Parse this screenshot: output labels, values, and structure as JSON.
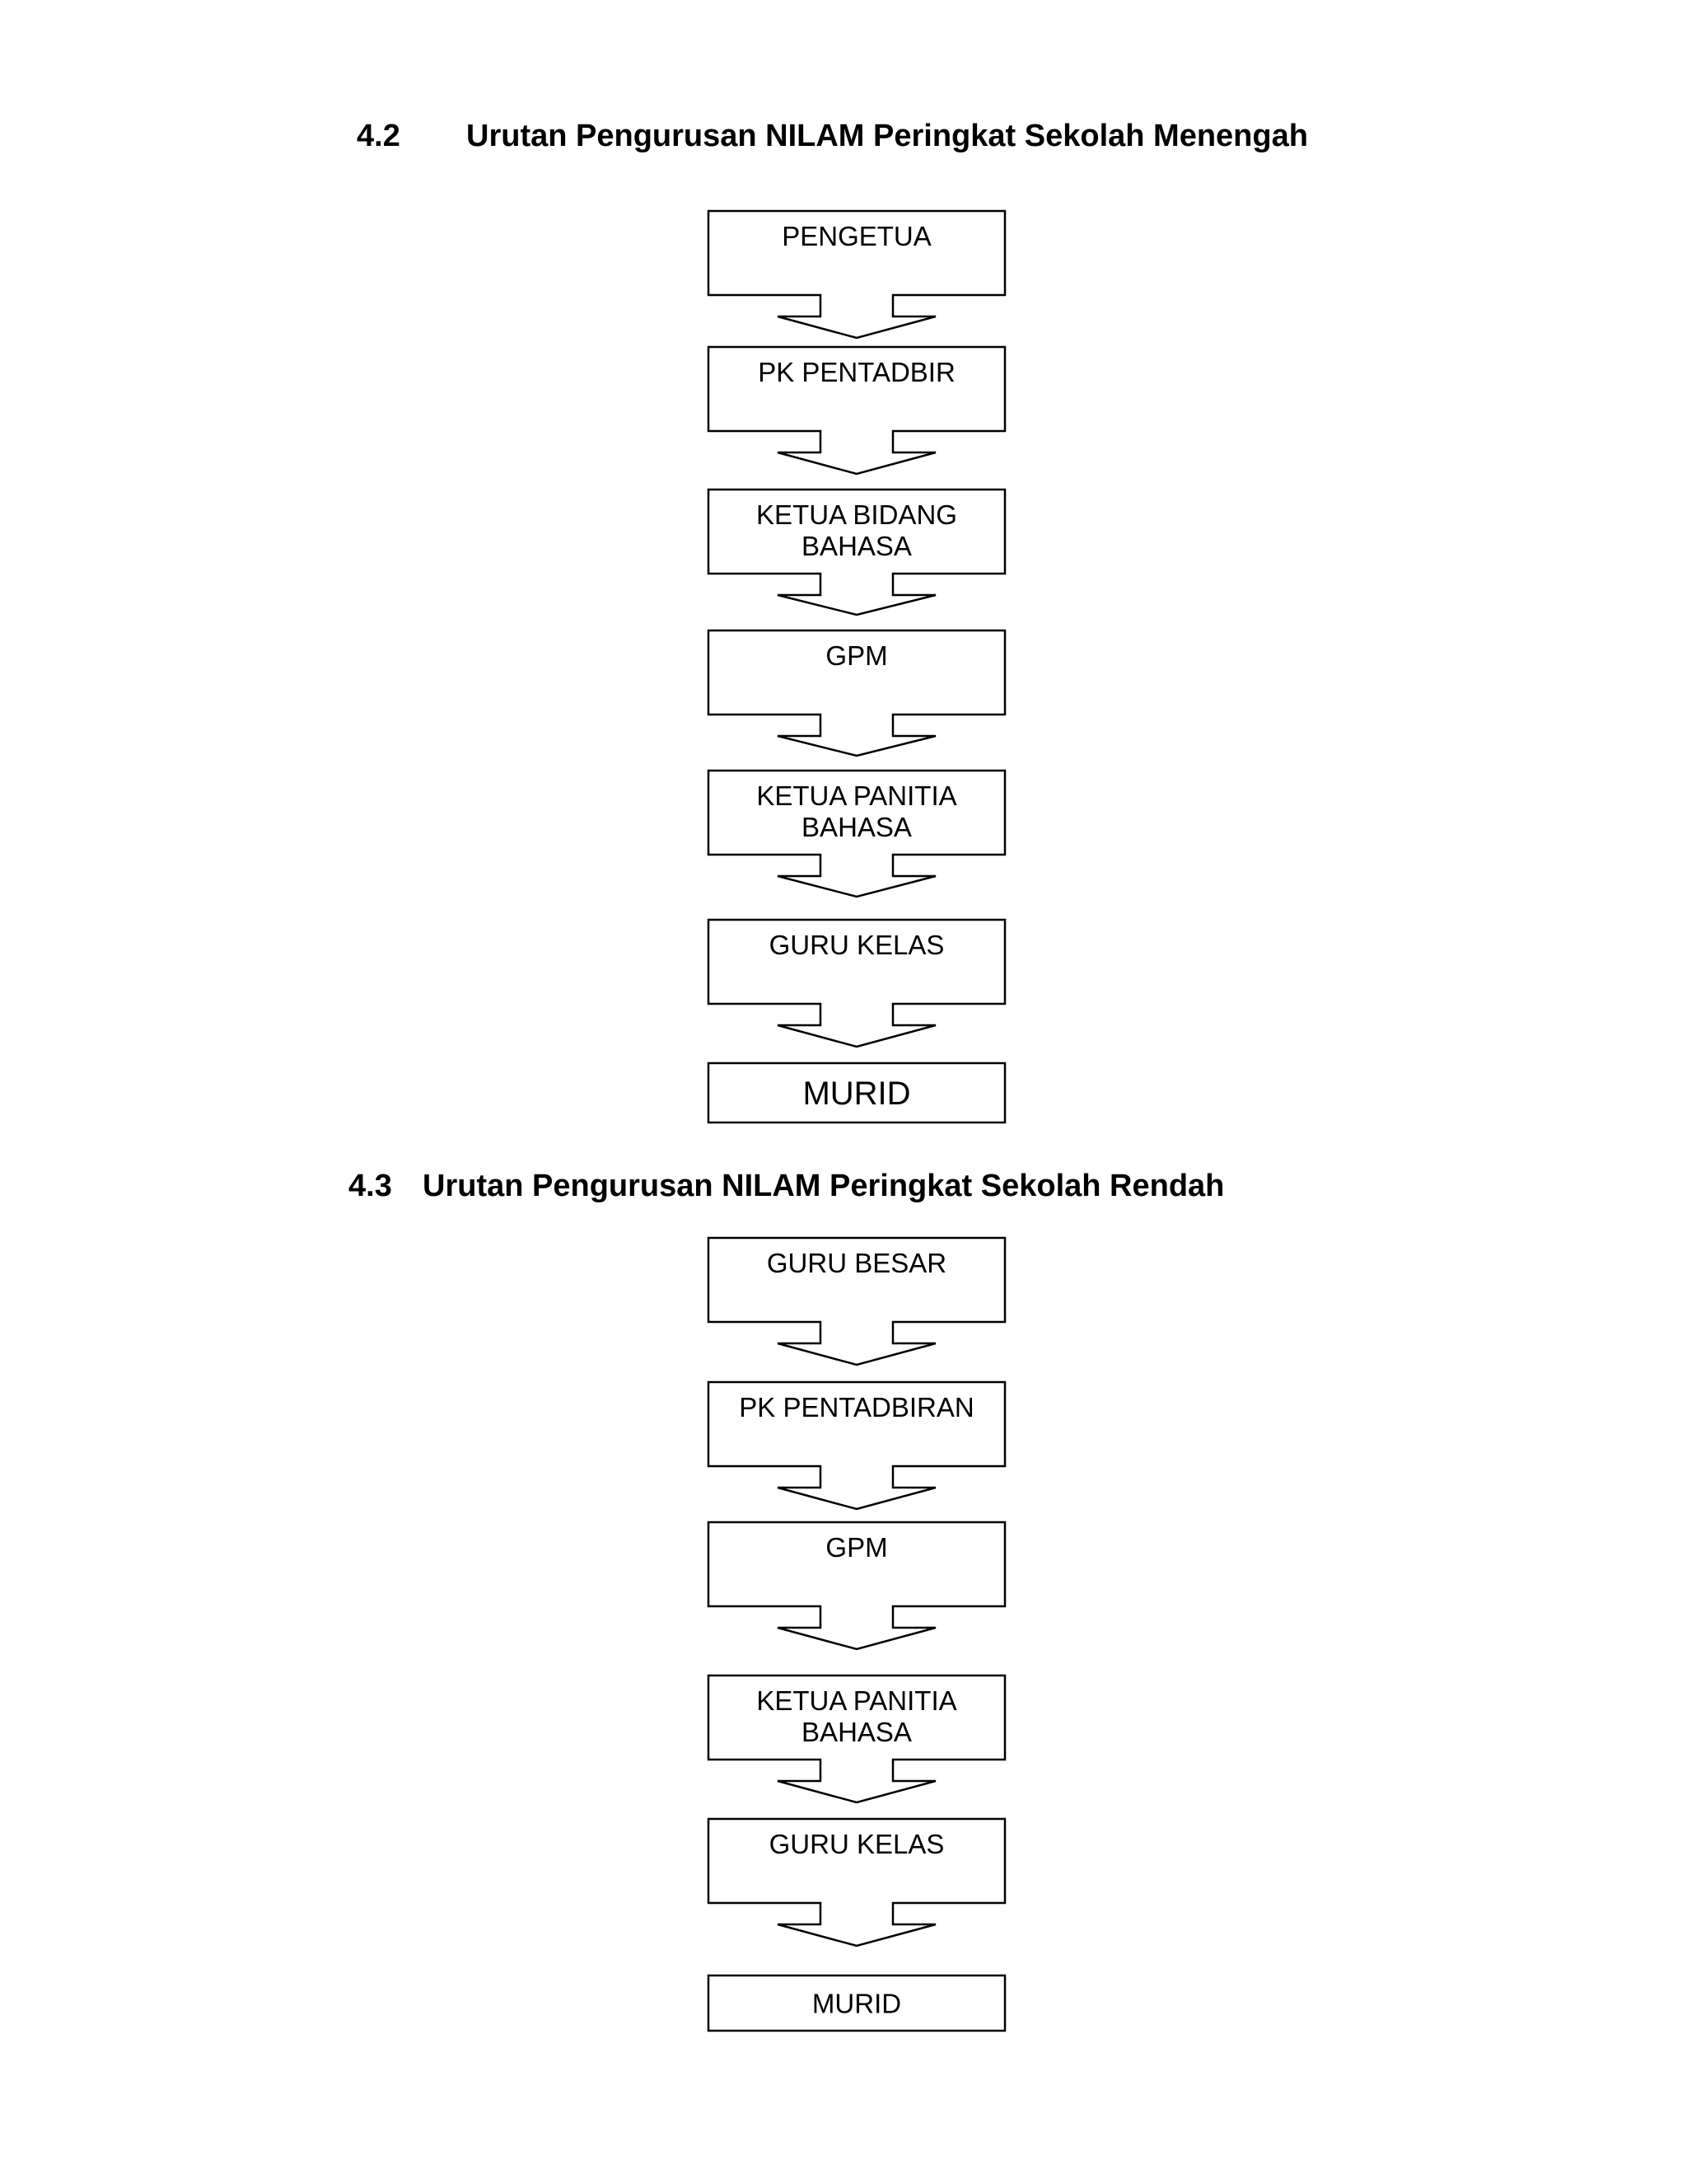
{
  "sections": [
    {
      "number": "4.2",
      "title": "Urutan Pengurusan NILAM Peringkat Sekolah Menengah",
      "steps": [
        {
          "lines": [
            "PENGETUA"
          ]
        },
        {
          "lines": [
            "PK PENTADBIR"
          ]
        },
        {
          "lines": [
            "KETUA BIDANG",
            "BAHASA"
          ]
        },
        {
          "lines": [
            "GPM"
          ]
        },
        {
          "lines": [
            "KETUA PANITIA",
            "BAHASA"
          ]
        },
        {
          "lines": [
            "GURU KELAS"
          ]
        },
        {
          "lines": [
            "MURID"
          ]
        }
      ]
    },
    {
      "number": "4.3",
      "title": "Urutan Pengurusan NILAM Peringkat Sekolah Rendah",
      "steps": [
        {
          "lines": [
            "GURU BESAR"
          ]
        },
        {
          "lines": [
            "PK PENTADBIRAN"
          ]
        },
        {
          "lines": [
            "GPM"
          ]
        },
        {
          "lines": [
            "KETUA PANITIA",
            "BAHASA"
          ]
        },
        {
          "lines": [
            "GURU KELAS"
          ]
        },
        {
          "lines": [
            "MURID"
          ]
        }
      ]
    }
  ],
  "colors": {
    "stroke": "#000000",
    "fill": "#ffffff",
    "text": "#000000"
  }
}
